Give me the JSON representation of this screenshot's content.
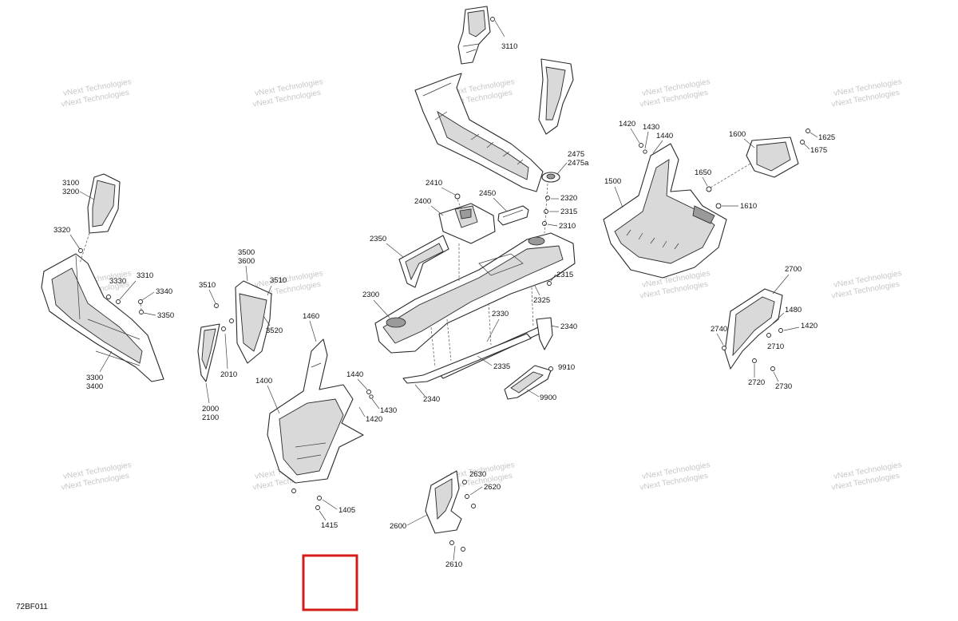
{
  "diagram": {
    "reference_code": "72BF011",
    "watermark": "vNext Technologies",
    "labels": {
      "l3110": "3110",
      "l3100": "3100",
      "l3200": "3200",
      "l3320": "3320",
      "l3330": "3330",
      "l3310": "3310",
      "l3340": "3340",
      "l3350": "3350",
      "l3300": "3300",
      "l3400": "3400",
      "l3500": "3500",
      "l3600": "3600",
      "l3510a": "3510",
      "l3510b": "3510",
      "l3520": "3520",
      "l2010": "2010",
      "l2000": "2000",
      "l2100": "2100",
      "l1460": "1460",
      "l1440": "1440",
      "l1430": "1430",
      "l1420a": "1420",
      "l1400": "1400",
      "l1405": "1405",
      "l1415": "1415",
      "l2475": "2475",
      "l2475a": "2475a",
      "l2410": "2410",
      "l2400": "2400",
      "l2450": "2450",
      "l2320": "2320",
      "l2315a": "2315",
      "l2310": "2310",
      "l2350": "2350",
      "l2315b": "2315",
      "l2325": "2325",
      "l2300": "2300",
      "l2330": "2330",
      "l2340a": "2340",
      "l2335": "2335",
      "l2340b": "2340",
      "l9910": "9910",
      "l9900": "9900",
      "l2630": "2630",
      "l2620": "2620",
      "l2600": "2600",
      "l2610": "2610",
      "l1420b": "1420",
      "l1430b": "1430",
      "l1440b": "1440",
      "l1500": "1500",
      "l1600": "1600",
      "l1625": "1625",
      "l1675": "1675",
      "l1650": "1650",
      "l1610": "1610",
      "l2700": "2700",
      "l1480": "1480",
      "l1420c": "1420",
      "l2740": "2740",
      "l2710": "2710",
      "l2720": "2720",
      "l2730": "2730"
    }
  },
  "colors": {
    "highlight_box": "#d41c1c",
    "watermark": "#c8c8c8"
  }
}
